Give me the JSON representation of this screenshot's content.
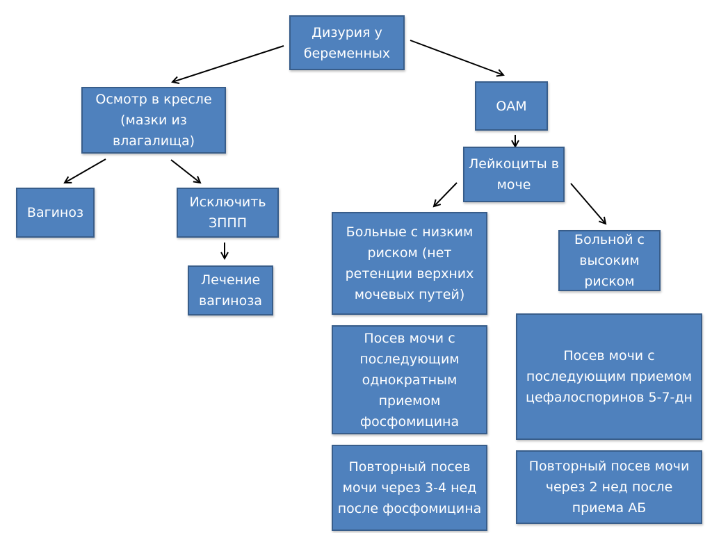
{
  "diagram": {
    "title": "Дизурия у беременных",
    "nodes": {
      "root": "Дизурия у беременных",
      "exam": "Осмотр в кресле (мазки из влагалища)",
      "oam": "ОАМ",
      "vaginosis": "Вагиноз",
      "exclude_sti": "Исключить ЗППП",
      "treat_vaginosis": "Лечение вагиноза",
      "leukocytes": "Лейкоциты в моче",
      "low_risk": "Больные с низким риском (нет ретенции верхних мочевых путей)",
      "high_risk": "Больной с высоким риском",
      "low_culture": "Посев мочи с последующим однократным приемом фосфомицина",
      "low_repeat": "Повторный посев мочи через 3-4 нед после фосфомицина",
      "high_culture": "Посев мочи с последующим приемом цефалоспоринов 5-7-дн",
      "high_repeat": "Повторный посев мочи через 2 нед после приема АБ"
    },
    "edges": [
      {
        "from": "root",
        "to": "exam"
      },
      {
        "from": "root",
        "to": "oam"
      },
      {
        "from": "exam",
        "to": "vaginosis"
      },
      {
        "from": "exam",
        "to": "exclude_sti"
      },
      {
        "from": "exclude_sti",
        "to": "treat_vaginosis"
      },
      {
        "from": "oam",
        "to": "leukocytes"
      },
      {
        "from": "leukocytes",
        "to": "low_risk"
      },
      {
        "from": "leukocytes",
        "to": "high_risk"
      }
    ],
    "colors": {
      "box_fill": "#4f81bd",
      "box_border": "#385d8a",
      "text": "#ffffff",
      "arrow": "#000000"
    }
  }
}
